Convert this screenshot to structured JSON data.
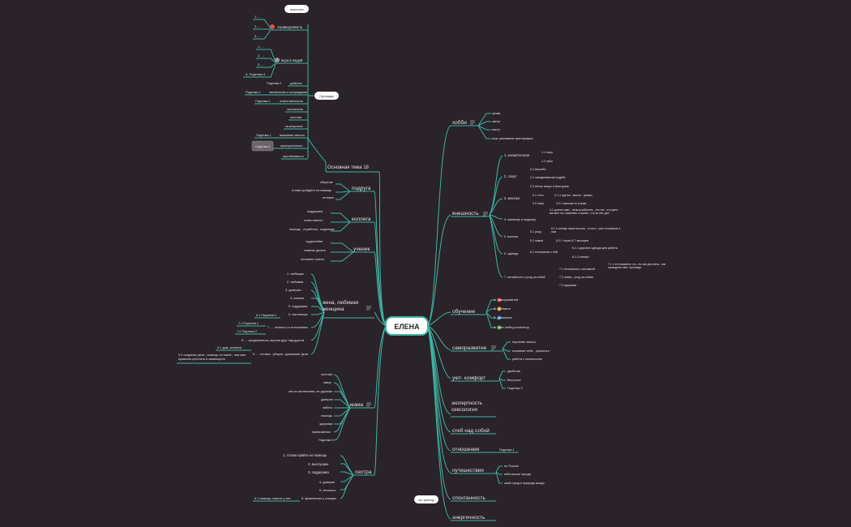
{
  "central": "ЕЛЕНА",
  "callouts": {
    "top": "аналогия",
    "mid": "Однажды",
    "bottom": "за границу"
  },
  "main_theme": "Основная тема 18",
  "tree": {
    "spravedlivost": {
      "label": "справедливость",
      "items": [
        "1. ...",
        "2. ...",
        "3. ..."
      ]
    },
    "vera": {
      "label": "вера в людей",
      "items": [
        "1. ...",
        "2. ...",
        "3. ...",
        "4. Подтема 4"
      ]
    },
    "values": [
      {
        "sub": "Подтема 1",
        "label": "доброта"
      },
      {
        "sub": "Подтема 1",
        "label": "эмпатичная к сострадание"
      },
      {
        "sub": "Подтема 1",
        "label": "ответственность"
      },
      {
        "sub": "",
        "label": "экологична"
      },
      {
        "sub": "",
        "label": "честная"
      },
      {
        "sub": "",
        "label": "за результат"
      },
      {
        "sub": "Подтема 1",
        "label": "внимание мелочь"
      },
      {
        "sub": "Подтема 1",
        "label": "пунктуальность"
      },
      {
        "sub": "",
        "label": "настойчивость"
      }
    ]
  },
  "left": {
    "podruga": {
      "label": "подруга",
      "items": [
        "общение",
        "готова прийдёте на помощь",
        "интерес"
      ]
    },
    "kollega": {
      "label": "коллега",
      "items": [
        "поддержка",
        "ответственно",
        "помощь , отработка , подсказки"
      ]
    },
    "uchenik": {
      "label": "ученик",
      "items": [
        "трудолюбие",
        "главное делать",
        "познание нового"
      ]
    },
    "zhena": {
      "label": "жена, любимая женщина",
      "items": [
        "1. любящая",
        "2. любимая",
        "3. доверие...",
        "4. нежная",
        "5. поддержка",
        "6. настоящая",
        "7. ... ленность в отношениях",
        "8. ... продержаться, верная друг над другом",
        "9. ... готовка , уборка , домашние дела"
      ],
      "subs": [
        "6.1 Подтема 1",
        "7.1 Подтема 1",
        "7.2 Подтема 2",
        "9.1 дом. решетки",
        "9.2 создание уюта , помощь он такой , чем мне нравится простить в занимоусло"
      ]
    },
    "mama": {
      "label": "мама",
      "items": [
        "честная",
        "юмор",
        "как ее воспитании, не другими",
        "доверие",
        "забота",
        "помощь",
        "здоровая",
        "привязанная",
        "Подтема 9"
      ]
    },
    "sestra": {
      "label": "сестра",
      "items": [
        "1. готова прийти на помощь",
        "2. выслушаю",
        "3. поддержка",
        "4. доверие",
        "5. ленность",
        "6. физические у ножиры"
      ],
      "subs": [
        "6.1 помощь помочи у нее"
      ]
    }
  },
  "right": {
    "hobby": {
      "label": "хобби",
      "items": [
        "купаж",
        "свечи",
        "мыло",
        "мозг рисование фотографии"
      ]
    },
    "vneshnost": {
      "label": "внешность",
      "items": [
        "1. косметология",
        "2. спорт",
        "3. массаж",
        "4. маникюр и педикюр",
        "5. волосы",
        "6. одежда",
        "7. интимность и уход за собой"
      ],
      "subs": [
        "1.1 лицо",
        "1.2 губы",
        "2.1 бассейн",
        "2.2 скандинавская ходьба",
        "2.3 интер танцы и йога дома",
        "3.1 тело",
        "3.1.1 крутка , масло , кремы",
        "3.2 лицо",
        "3.2.1 массаж по утрам",
        "4.1 долгое само , нельзя работать , это нет , это дело , как мне это поменяют в жизни , что за нее дал",
        "5.1 уход",
        "5.1.1 почему такие волосы , от кого , мое отношение к ним",
        "5.2 химия",
        "5.2.1 через 6-7 месяцев",
        "6.1.1 дорогие одежда для работы",
        "6.1 отношение к ней",
        "6.1.2 стимул",
        "7.1 отношение к интимной",
        "7.1.1 это связанно что, это как для меня , как проводили свет, прохлади",
        "7.2 значи , уход за собою",
        "7.3 здоровье"
      ]
    },
    "obuchenie": {
      "label": "обучение",
      "items": [
        "1. саморазвитие",
        "2. тренинги",
        "3. движение",
        "4. Peer writing workshop"
      ]
    },
    "samorazvitie": {
      "label": "саморазвитие",
      "items": [
        "изучение нового",
        "познание себя , прошлого",
        "работа с психологом"
      ]
    },
    "uyut": {
      "label": "уют- комфорт",
      "items": [
        "удобство",
        "быстрота",
        "Подтема 3"
      ]
    },
    "ekspertnost": {
      "label": "экспертность сексология"
    },
    "steb": {
      "label": "стеб над собой"
    },
    "otnosheniya": {
      "label": "отношения",
      "items": [
        "Подтема 1"
      ]
    },
    "puteshestviya": {
      "label": "путешествия",
      "items": [
        "по России",
        "небольшие города",
        "свой город и природа вокруг"
      ]
    },
    "spontannost": {
      "label": "спонтанность"
    },
    "energichnost": {
      "label": "энергичность"
    }
  },
  "colors": {
    "background": "#2a2329",
    "link": "#3fb5a3",
    "text": "#e6e2e6",
    "red": "#e0524f",
    "orange": "#f0a036",
    "blue": "#3b8de0",
    "green": "#52b45a"
  }
}
